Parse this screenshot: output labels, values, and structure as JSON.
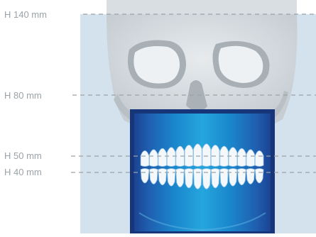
{
  "colors": {
    "background": "#ffffff",
    "fov_large": "#d3e2ec",
    "skull": "#c8cfd4",
    "fov_small_outer": "#1b3f8f",
    "fov_small_mid": "#1f63b0",
    "fov_small_inner": "#1c8fd0",
    "teeth": "#f4f8fb",
    "guide_line": "#9aa3a8",
    "label": "#9aa3a8"
  },
  "height_markers": [
    {
      "label": "H 140 mm"
    },
    {
      "label": "H 80 mm"
    },
    {
      "label": "H 50 mm"
    },
    {
      "label": "H 40 mm"
    }
  ],
  "illustration": {
    "subject": "skull-frontal-view",
    "large_field_of_view": "light-blue-rectangle",
    "small_field_of_view": "blue-gradient-rectangle-over-teeth"
  }
}
